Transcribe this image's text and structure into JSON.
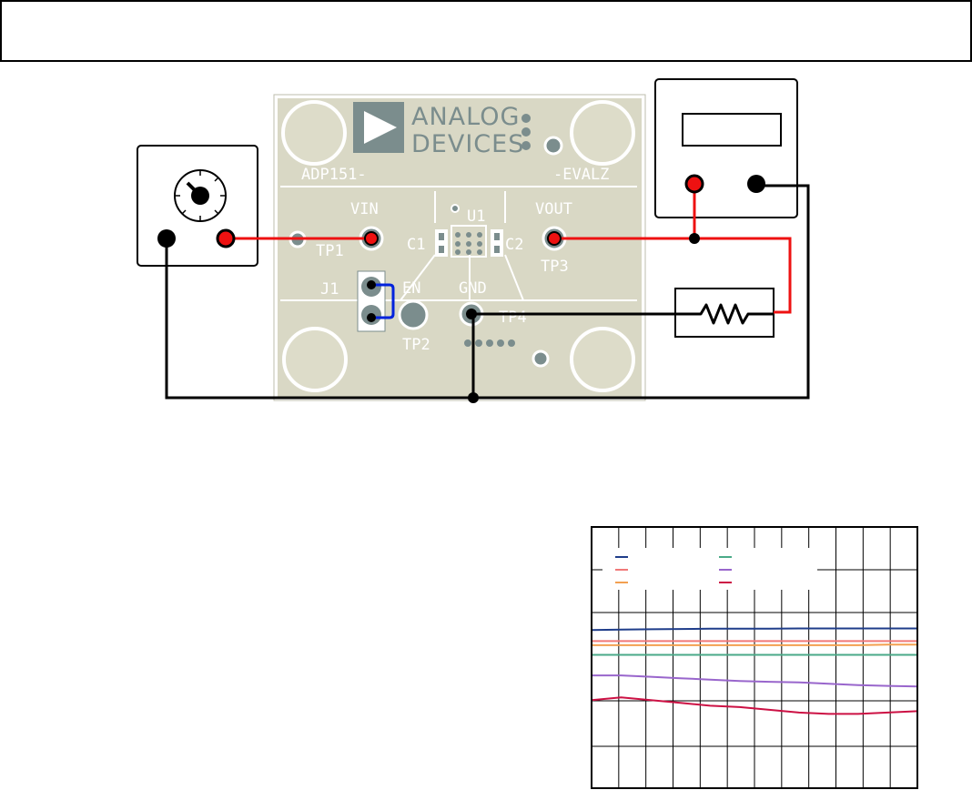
{
  "header_bar": {
    "text": ""
  },
  "board": {
    "logo_line1": "ANALOG",
    "logo_line2": "DEVICES",
    "part_prefix": "ADP151-",
    "part_suffix": "-EVALZ",
    "labels": {
      "vin": "VIN",
      "tp1": "TP1",
      "c1": "C1",
      "u1": "U1",
      "c2": "C2",
      "vout": "VOUT",
      "tp3": "TP3",
      "j1": "J1",
      "en": "EN",
      "gnd": "GND",
      "tp4": "TP4",
      "tp2": "TP2"
    }
  },
  "colors": {
    "board_fill": "#d9d8c5",
    "board_pad": "#dddcc9",
    "silk": "#ffffff",
    "positive_wire": "#ee1111",
    "ground_wire": "#000000",
    "jumper": "#0022dd",
    "logo": "#7b8d8d"
  },
  "chart_data": {
    "type": "line",
    "title": "",
    "xlabel": "",
    "ylabel": "",
    "xlim": [
      0,
      11
    ],
    "ylim": [
      0,
      9.5
    ],
    "grid": true,
    "legend_placement": "top-left",
    "series": [
      {
        "color": "#1f3d8a",
        "x": [
          0,
          1,
          2,
          3,
          4,
          5,
          6,
          7,
          8,
          9,
          10,
          11
        ],
        "y": [
          5.75,
          5.77,
          5.78,
          5.79,
          5.8,
          5.8,
          5.8,
          5.81,
          5.81,
          5.81,
          5.81,
          5.81
        ]
      },
      {
        "color": "#f07878",
        "x": [
          0,
          1,
          2,
          3,
          4,
          5,
          6,
          7,
          8,
          9,
          10,
          11
        ],
        "y": [
          5.35,
          5.35,
          5.35,
          5.35,
          5.35,
          5.35,
          5.35,
          5.35,
          5.35,
          5.35,
          5.35,
          5.35
        ]
      },
      {
        "color": "#f3a050",
        "x": [
          0,
          1,
          2,
          3,
          4,
          5,
          6,
          7,
          8,
          9,
          10,
          11
        ],
        "y": [
          5.2,
          5.2,
          5.2,
          5.2,
          5.2,
          5.2,
          5.2,
          5.2,
          5.2,
          5.2,
          5.22,
          5.22
        ]
      },
      {
        "color": "#4aaa88",
        "x": [
          0,
          1,
          2,
          3,
          4,
          5,
          6,
          7,
          8,
          9,
          10,
          11
        ],
        "y": [
          4.85,
          4.85,
          4.85,
          4.85,
          4.85,
          4.85,
          4.85,
          4.85,
          4.85,
          4.85,
          4.85,
          4.85
        ]
      },
      {
        "color": "#9966cc",
        "x": [
          0,
          1,
          2,
          3,
          4,
          5,
          6,
          7,
          8,
          9,
          10,
          11
        ],
        "y": [
          4.1,
          4.1,
          4.05,
          4.0,
          3.95,
          3.9,
          3.87,
          3.85,
          3.8,
          3.75,
          3.72,
          3.7
        ]
      },
      {
        "color": "#cc1144",
        "x": [
          0,
          1,
          2,
          3,
          4,
          5,
          6,
          7,
          8,
          9,
          10,
          11
        ],
        "y": [
          3.2,
          3.3,
          3.2,
          3.1,
          3.0,
          2.95,
          2.85,
          2.75,
          2.7,
          2.7,
          2.75,
          2.8
        ]
      }
    ]
  }
}
